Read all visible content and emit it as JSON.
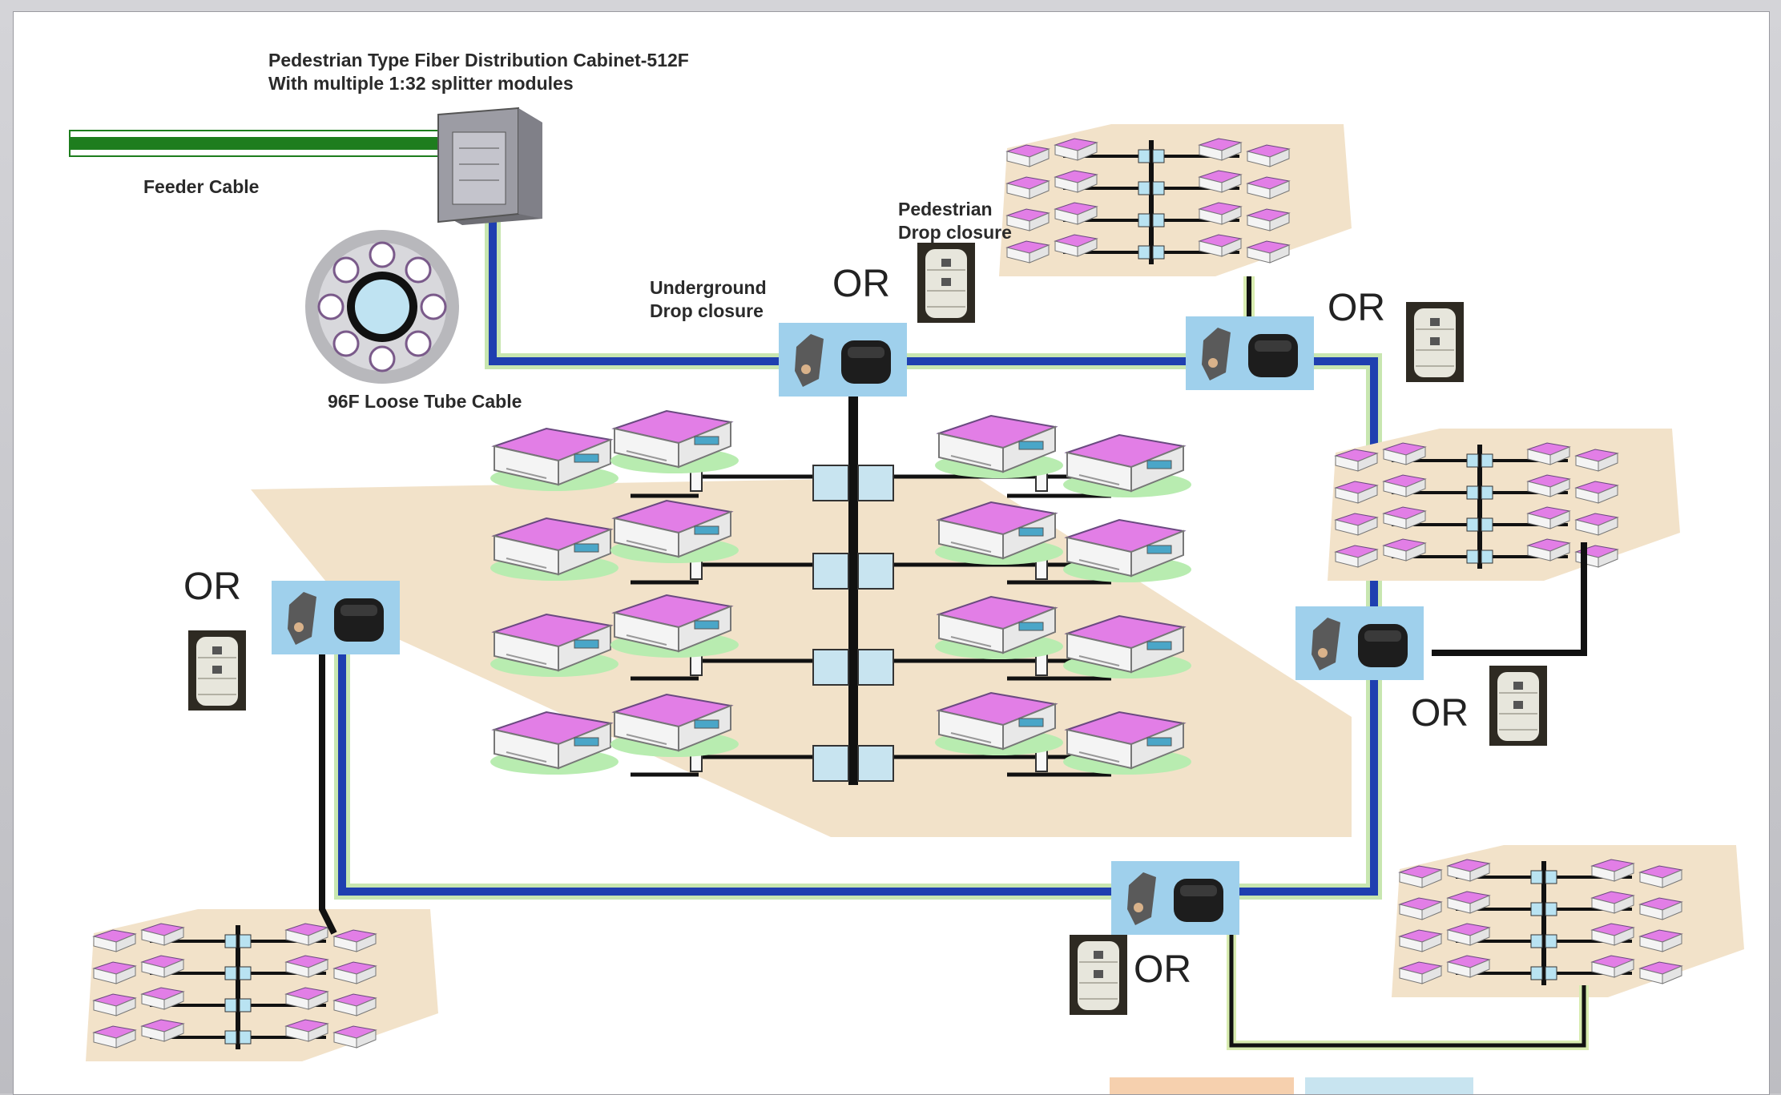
{
  "labels": {
    "cabinet_title": "Pedestrian Type Fiber Distribution Cabinet-512F\nWith multiple 1:32 splitter modules",
    "feeder_cable": "Feeder Cable",
    "loose_tube_cable": "96F Loose Tube Cable",
    "pedestrian_closure": "Pedestrian\nDrop closure",
    "underground_closure": "Underground\nDrop closure",
    "or": "OR"
  },
  "colors": {
    "ring_cable": "#1f3fb0",
    "feeder_cable": "#1e7d1e",
    "drop_cable": "#111111",
    "ground_plane": "#f2e2c9",
    "house_roof": "#e27ee6",
    "closure_box": "#9fd0ec"
  },
  "icons": [
    "fiber-distribution-cabinet-icon",
    "loose-tube-cable-icon",
    "splice-closure-icon",
    "pedestal-closure-icon",
    "house-icon"
  ]
}
